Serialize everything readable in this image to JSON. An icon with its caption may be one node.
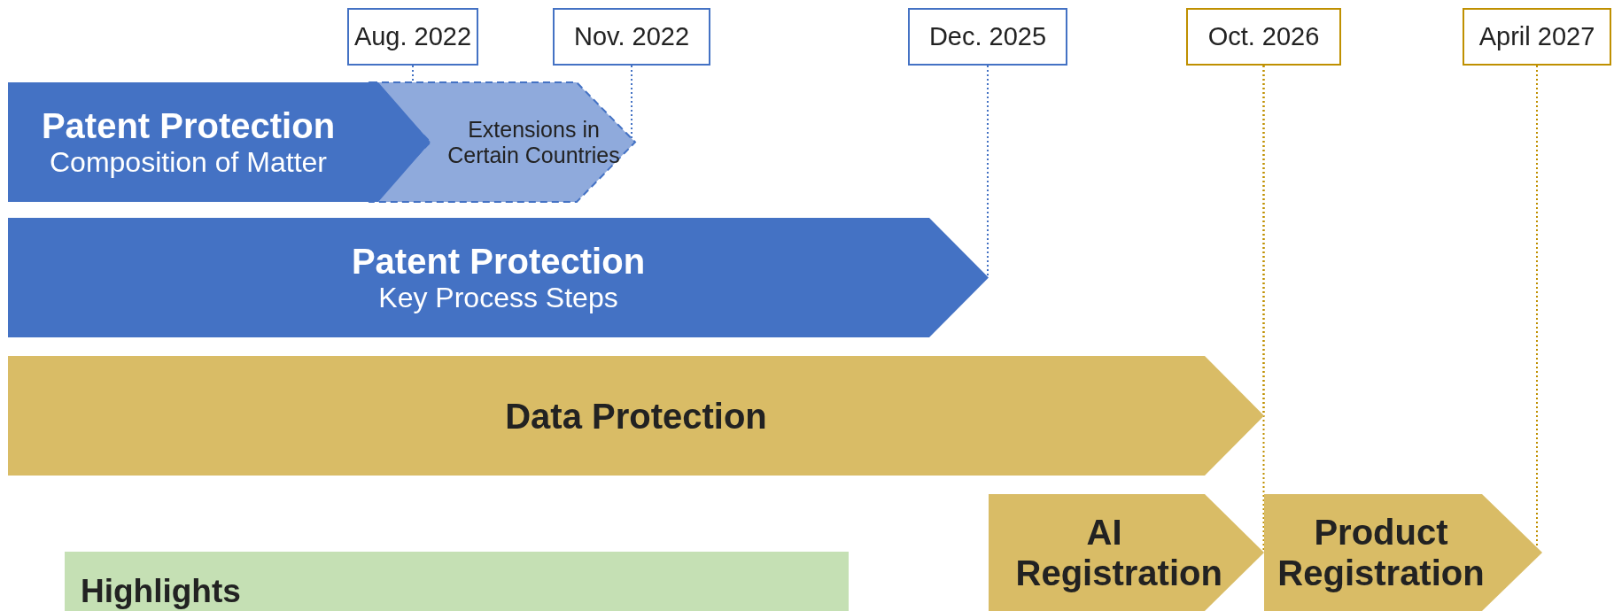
{
  "diagram": {
    "nodes": [
      {
        "text": [
          "Aug. 2022"
        ]
      },
      {
        "text": [
          "Nov. 2022"
        ]
      },
      {
        "text": [
          "Dec. 2025"
        ]
      },
      {
        "text": [
          "Oct. 2026"
        ]
      },
      {
        "text": [
          "April 2027"
        ]
      },
      {
        "text": [
          "Patent Protection",
          "Composition of Matter"
        ]
      },
      {
        "text": [
          "Extensions in Certain Countries"
        ]
      },
      {
        "text": [
          "Patent Protection",
          "Key Process Steps"
        ]
      },
      {
        "text": [
          "Data Protection"
        ]
      },
      {
        "text": [
          "AI Registration"
        ]
      },
      {
        "text": [
          "Product Registration"
        ]
      },
      {
        "text": [
          "Highlights"
        ]
      }
    ],
    "edges": [
      {
        "from": 0,
        "to": 5,
        "arrow": "none"
      },
      {
        "from": 1,
        "to": 6,
        "arrow": "none"
      },
      {
        "from": 2,
        "to": 7,
        "arrow": "none"
      },
      {
        "from": 3,
        "to": 8,
        "arrow": "none",
        "color": "#bf9000"
      },
      {
        "from": 3,
        "to": 9,
        "arrow": "none",
        "color": "#bf9000"
      },
      {
        "from": 4,
        "to": 10,
        "arrow": "none",
        "color": "#bf9000"
      }
    ]
  }
}
